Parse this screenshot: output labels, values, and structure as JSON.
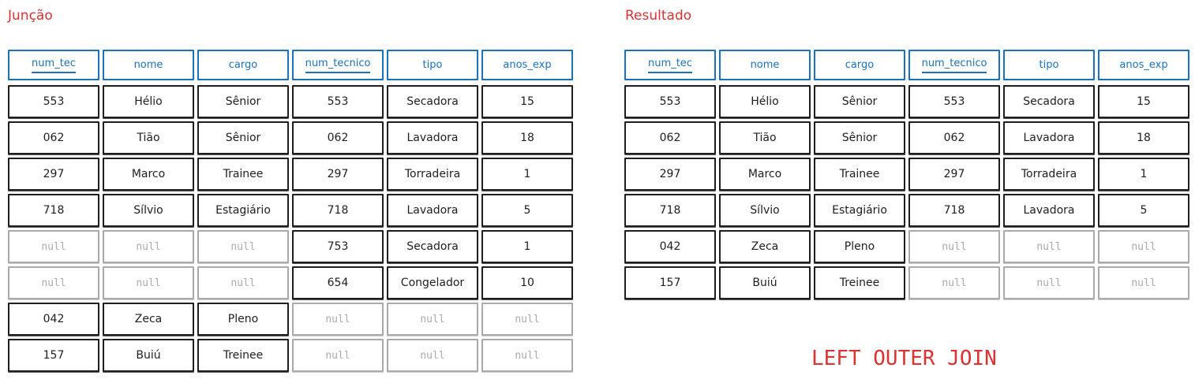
{
  "left": {
    "title": "Junção",
    "headers": [
      {
        "label": "num_tec",
        "key": true
      },
      {
        "label": "nome",
        "key": false
      },
      {
        "label": "cargo",
        "key": false
      },
      {
        "label": "num_tecnico",
        "key": true
      },
      {
        "label": "tipo",
        "key": false
      },
      {
        "label": "anos_exp",
        "key": false
      }
    ],
    "rows": [
      [
        "553",
        "Hélio",
        "Sênior",
        "553",
        "Secadora",
        "15"
      ],
      [
        "062",
        "Tião",
        "Sênior",
        "062",
        "Lavadora",
        "18"
      ],
      [
        "297",
        "Marco",
        "Trainee",
        "297",
        "Torradeira",
        "1"
      ],
      [
        "718",
        "Sílvio",
        "Estagiário",
        "718",
        "Lavadora",
        "5"
      ],
      [
        "null",
        "null",
        "null",
        "753",
        "Secadora",
        "1"
      ],
      [
        "null",
        "null",
        "null",
        "654",
        "Congelador",
        "10"
      ],
      [
        "042",
        "Zeca",
        "Pleno",
        "null",
        "null",
        "null"
      ],
      [
        "157",
        "Buiú",
        "Treinee",
        "null",
        "null",
        "null"
      ]
    ]
  },
  "right": {
    "title": "Resultado",
    "headers": [
      {
        "label": "num_tec",
        "key": true
      },
      {
        "label": "nome",
        "key": false
      },
      {
        "label": "cargo",
        "key": false
      },
      {
        "label": "num_tecnico",
        "key": true
      },
      {
        "label": "tipo",
        "key": false
      },
      {
        "label": "anos_exp",
        "key": false
      }
    ],
    "rows": [
      [
        "553",
        "Hélio",
        "Sênior",
        "553",
        "Secadora",
        "15"
      ],
      [
        "062",
        "Tião",
        "Sênior",
        "062",
        "Lavadora",
        "18"
      ],
      [
        "297",
        "Marco",
        "Trainee",
        "297",
        "Torradeira",
        "1"
      ],
      [
        "718",
        "Sílvio",
        "Estagiário",
        "718",
        "Lavadora",
        "5"
      ],
      [
        "042",
        "Zeca",
        "Pleno",
        "null",
        "null",
        "null"
      ],
      [
        "157",
        "Buiú",
        "Treinee",
        "null",
        "null",
        "null"
      ]
    ]
  },
  "join_label": "LEFT OUTER JOIN",
  "colors": {
    "title": "#e03131",
    "header": "#1971c2",
    "cell": "#1e1e1e",
    "null": "#aaaaaa"
  }
}
